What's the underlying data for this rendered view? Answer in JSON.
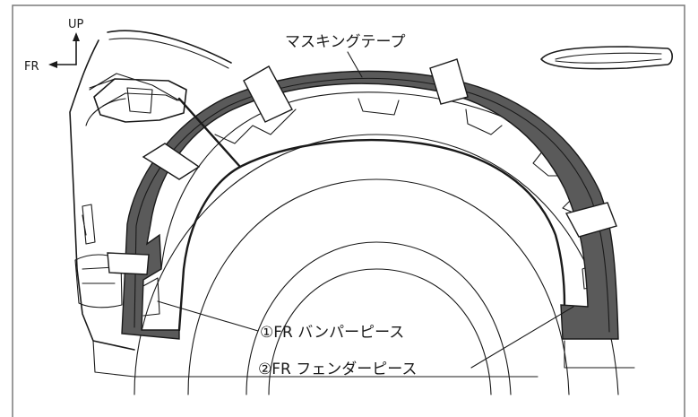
{
  "orientation": {
    "up_label": "UP",
    "fr_label": "FR"
  },
  "callouts": {
    "masking_tape": "マスキングテープ",
    "fr_bumper_piece": "①FR バンパーピース",
    "fr_fender_piece": "②FR フェンダーピース"
  },
  "colors": {
    "line": "#1a1a1a",
    "tape_band": "#5a5a5a",
    "tape_patch": "#ffffff",
    "border": "#7a7a7a"
  }
}
